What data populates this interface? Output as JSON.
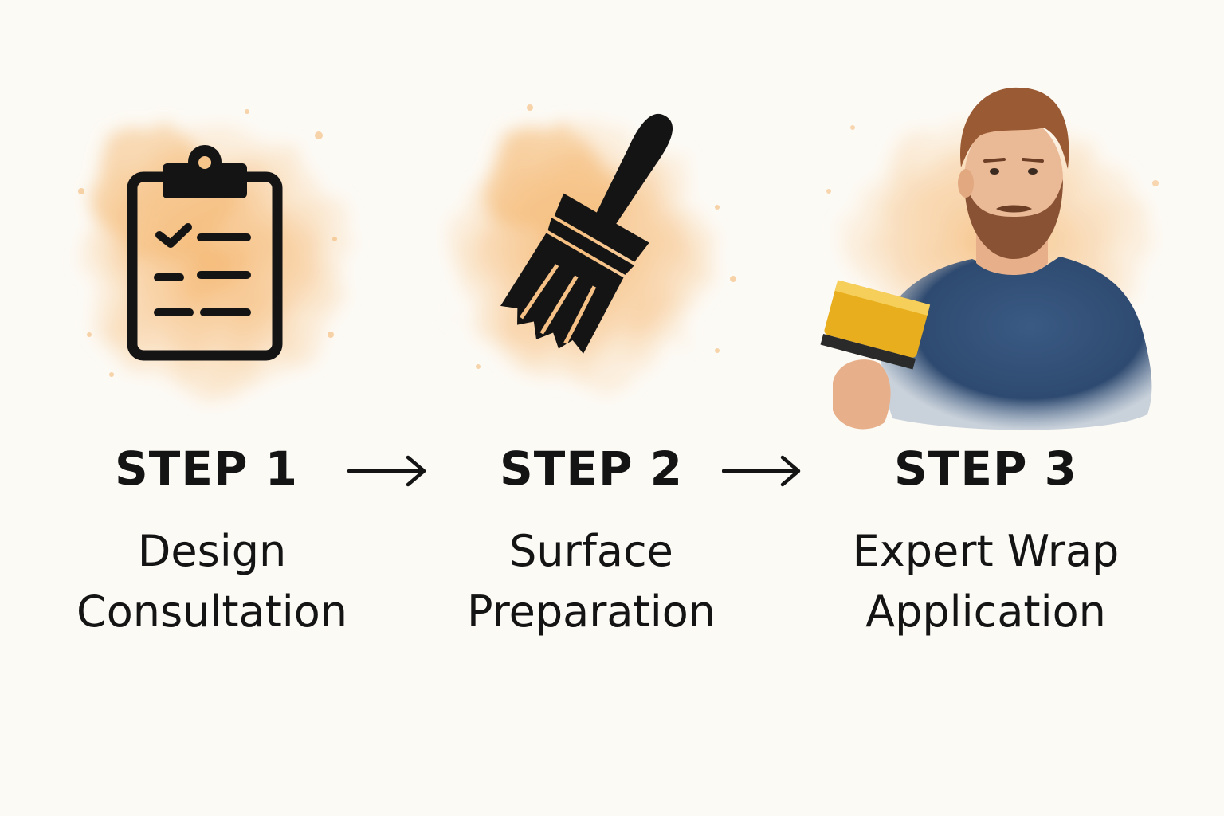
{
  "steps": [
    {
      "label": "STEP 1",
      "title_line1": "Design",
      "title_line2": "Consultation",
      "icon": "clipboard-checklist-icon"
    },
    {
      "label": "STEP 2",
      "title_line1": "Surface",
      "title_line2": "Preparation",
      "icon": "paintbrush-icon"
    },
    {
      "label": "STEP 3",
      "title_line1": "Expert Wrap",
      "title_line2": "Application",
      "icon": "installer-with-squeegee-illustration"
    }
  ],
  "colors": {
    "background": "#fcfaf5",
    "watercolor": "#f5b66a",
    "ink": "#141414",
    "shirt": "#2f4d73",
    "squeegee": "#e8ae1d"
  }
}
